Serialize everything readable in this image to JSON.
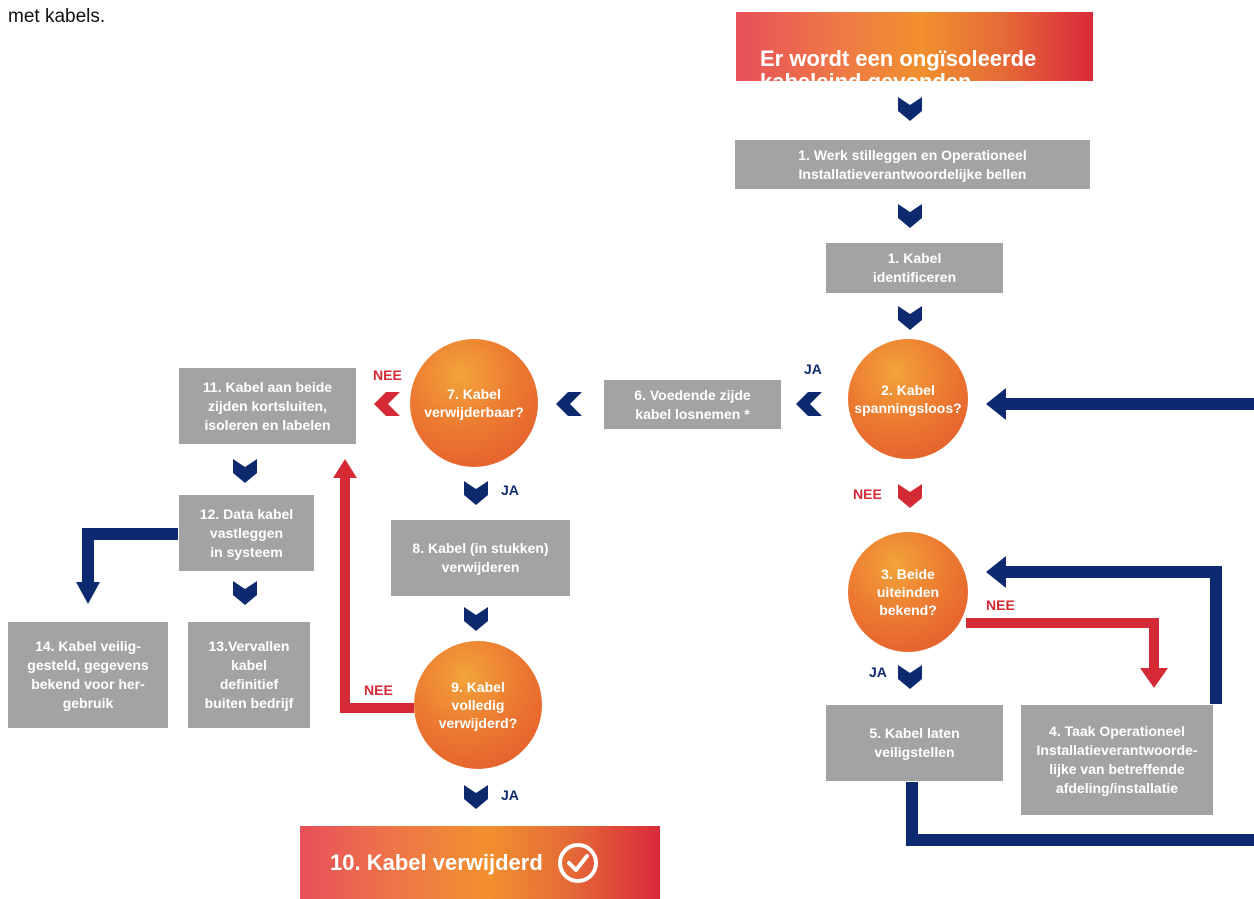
{
  "intro_text": "met kabels.",
  "start_banner": "Er wordt een ongïsoleerde\nkabeleind gevonden",
  "end_banner": "10. Kabel verwijderd",
  "steps": {
    "step1a": "1. Werk stilleggen en Operationeel\nInstallatieverantwoordelijke bellen",
    "step1b": "1. Kabel\nidentificeren",
    "step4": "4. Taak Operationeel\nInstallatieverantwoorde-\nlijke van betreffende\nafdeling/installatie",
    "step5": "5. Kabel laten\nveiligstellen",
    "step6": "6. Voedende zijde\nkabel losnemen *",
    "step8": "8. Kabel (in stukken)\nverwijderen",
    "step11": "11. Kabel aan beide\nzijden kortsluiten,\nisoleren en labelen",
    "step12": "12. Data kabel\nvastleggen\nin systeem",
    "step13": "13.Vervallen\nkabel\ndefinitief\nbuiten bedrijf",
    "step14": "14. Kabel veilig-\ngesteld, gegevens\nbekend voor her-\ngebruik"
  },
  "decisions": {
    "d2": "2. Kabel\nspanningsloos?",
    "d3": "3. Beide\nuiteinden\nbekend?",
    "d7": "7. Kabel\nverwijderbaar?",
    "d9": "9. Kabel\nvolledig\nverwijderd?"
  },
  "labels": {
    "ja": "JA",
    "nee": "NEE"
  },
  "colors": {
    "navy": "#0e2a6e",
    "red": "#d42a36",
    "gray_box": "#a3a3a5",
    "orange": "#ec7a31"
  }
}
